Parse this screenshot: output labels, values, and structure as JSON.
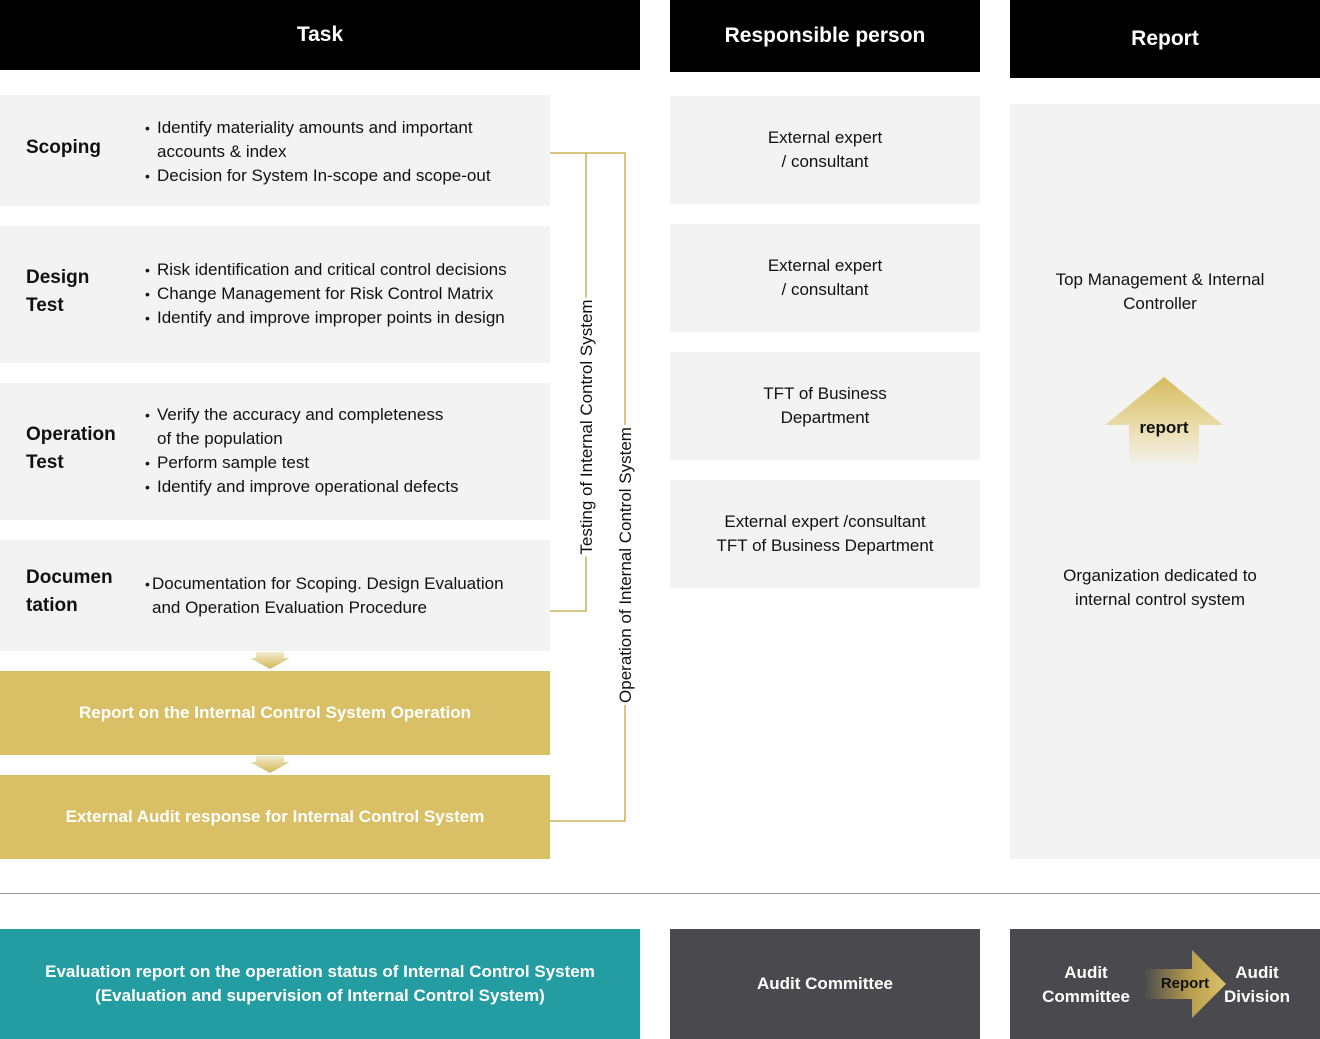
{
  "headers": {
    "task": "Task",
    "responsible": "Responsible person",
    "report": "Report"
  },
  "tasks": [
    {
      "title_lines": [
        "Scoping"
      ],
      "bullets": [
        [
          "Identify materiality amounts and important",
          "accounts & index"
        ],
        [
          "Decision for System In-scope and scope-out"
        ]
      ]
    },
    {
      "title_lines": [
        "Design",
        "Test"
      ],
      "bullets": [
        [
          "Risk identification and critical control decisions"
        ],
        [
          "Change Management for Risk Control Matrix"
        ],
        [
          "Identify and improve improper points in design"
        ]
      ]
    },
    {
      "title_lines": [
        "Operation",
        "Test"
      ],
      "bullets": [
        [
          "Verify the accuracy and completeness",
          "of the population"
        ],
        [
          "Perform sample test"
        ],
        [
          "Identify and improve operational defects"
        ]
      ]
    },
    {
      "title_lines": [
        "Documen",
        "tation"
      ],
      "bullets": [
        [
          "Documentation for Scoping. Design Evaluation",
          "and Operation Evaluation Procedure"
        ]
      ]
    }
  ],
  "gold_boxes": [
    "Report on the Internal Control System Operation",
    "External Audit response for Internal Control System"
  ],
  "brackets": {
    "testing": "Testing of Internal Control System",
    "operation": "Operation of Internal Control System"
  },
  "responsible": [
    [
      "External expert",
      "/ consultant"
    ],
    [
      "External expert",
      "/ consultant"
    ],
    [
      "TFT of Business",
      "Department"
    ],
    [
      "External expert /consultant",
      "TFT of Business Department"
    ]
  ],
  "report_column": {
    "top": [
      "Top Management & Internal",
      "Controller"
    ],
    "arrow_label": "report",
    "bottom": [
      "Organization dedicated to",
      "internal control system"
    ]
  },
  "bottom_row": {
    "evaluation": [
      "Evaluation report on the operation status of Internal Control System",
      "(Evaluation and supervision of Internal Control System)"
    ],
    "audit_committee": "Audit Committee",
    "flow_from": [
      "Audit",
      "Committee"
    ],
    "flow_arrow": "Report",
    "flow_to": [
      "Audit",
      "Division"
    ]
  },
  "colors": {
    "header_bg": "#000000",
    "box_bg": "#f3f3f3",
    "gold": "#d9bf65",
    "line": "#c4a53a",
    "teal": "#239da2",
    "dark_gray": "#4a4a4e"
  }
}
